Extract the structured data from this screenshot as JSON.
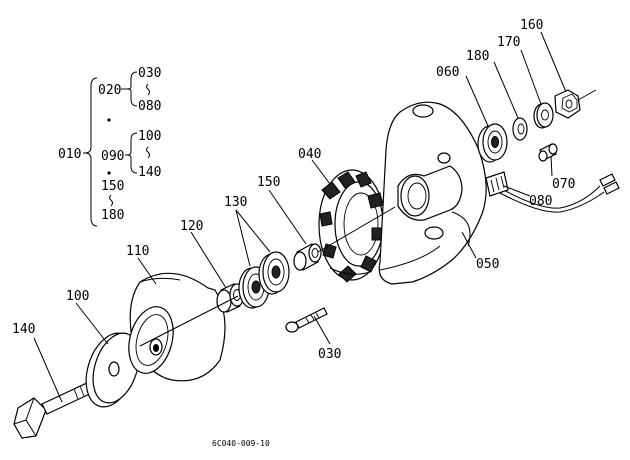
{
  "callouts": {
    "p010": "010",
    "p020": "020",
    "p030a": "030",
    "p080a": "080",
    "p090": "090",
    "p100a": "100",
    "p140a": "140",
    "p150a": "150",
    "p180a": "180",
    "p040": "040",
    "p050": "050",
    "p060": "060",
    "p070": "070",
    "p080b": "080",
    "p100b": "100",
    "p110": "110",
    "p120": "120",
    "p130": "130",
    "p140b": "140",
    "p150b": "150",
    "p160": "160",
    "p170": "170",
    "p180b": "180",
    "p030b": "030"
  },
  "footer": {
    "figure_id": "6C040-009-10"
  }
}
